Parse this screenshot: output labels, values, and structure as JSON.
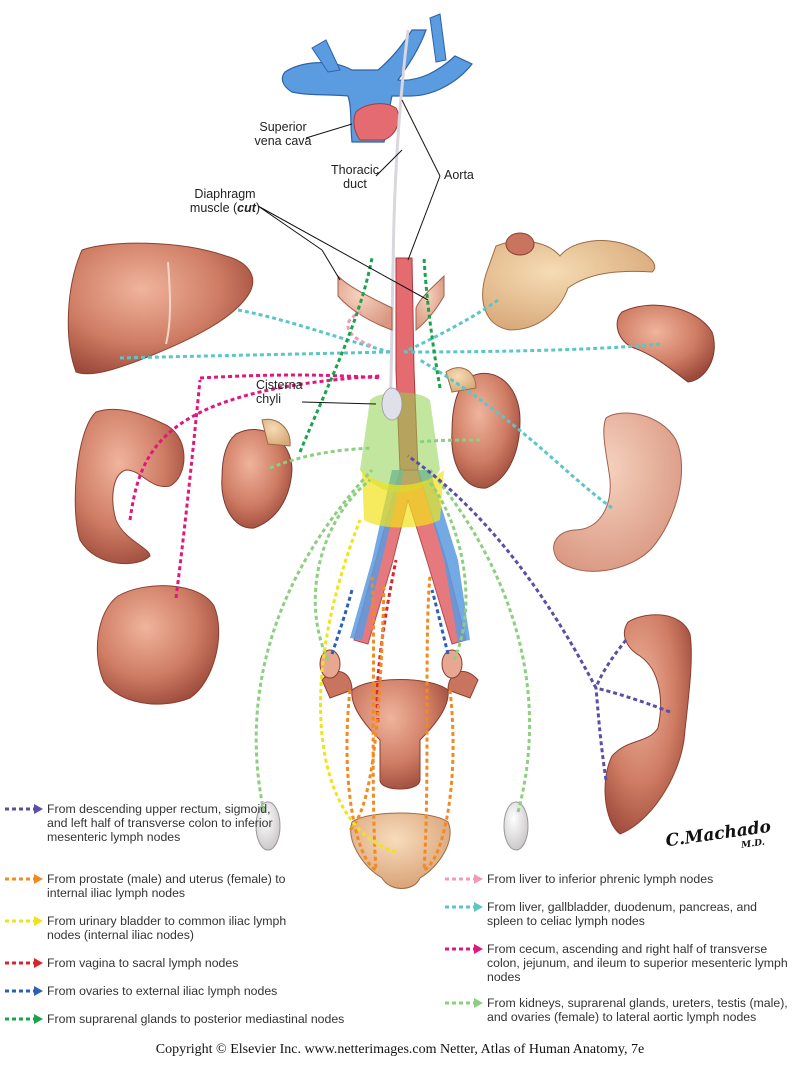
{
  "labels": {
    "superior_vena_cava": [
      "Superior",
      "vena cava"
    ],
    "thoracic_duct": [
      "Thoracic",
      "duct"
    ],
    "aorta": "Aorta",
    "diaphragm_line1": "Diaphragm",
    "diaphragm_line2_prefix": "muscle (",
    "diaphragm_line2_em": "cut",
    "diaphragm_line2_suffix": ")",
    "cisterna_chyli": [
      "Cisterna",
      "chyli"
    ]
  },
  "legend_left": [
    {
      "text": "From descending upper rectum, sigmoid, and left half of transverse colon to inferior mesenteric lymph nodes",
      "color": "#5b4ea8"
    },
    {
      "text": "From prostate (male) and uterus (female) to internal iliac lymph nodes",
      "color": "#f08a24"
    },
    {
      "text": "From urinary bladder to common iliac lymph nodes (internal iliac nodes)",
      "color": "#f2e21a"
    },
    {
      "text": "From vagina to sacral lymph nodes",
      "color": "#d8252b"
    },
    {
      "text": "From ovaries to external iliac lymph nodes",
      "color": "#2c5fb8"
    },
    {
      "text": "From suprarenal glands to posterior mediastinal nodes",
      "color": "#1aa34a"
    }
  ],
  "legend_right": [
    {
      "text": "From liver to inferior phrenic lymph nodes",
      "color": "#f29ab8"
    },
    {
      "text": "From liver, gallbladder, duodenum, pancreas, and spleen to celiac lymph nodes",
      "color": "#5cc6c6"
    },
    {
      "text": "From cecum, ascending and right half of transverse colon, jejunum, and ileum to superior mesenteric lymph nodes",
      "color": "#e0187e"
    },
    {
      "text": "From kidneys, suprarenal glands, ureters, testis (male), and ovaries (female) to lateral aortic lymph nodes",
      "color": "#8ccf7e"
    }
  ],
  "signature": {
    "name": "C.Machado",
    "suffix": "M.D."
  },
  "footer": "Copyright © Elsevier Inc.  www.netterimages.com Netter, Atlas of Human Anatomy, 7e",
  "colors": {
    "vein": "#5b9be0",
    "aorta": "#e46b70",
    "organ": "#c9745e",
    "organ_light": "#e8a790",
    "lymph": "#8fd14f",
    "bladder": "#e9c39a"
  }
}
